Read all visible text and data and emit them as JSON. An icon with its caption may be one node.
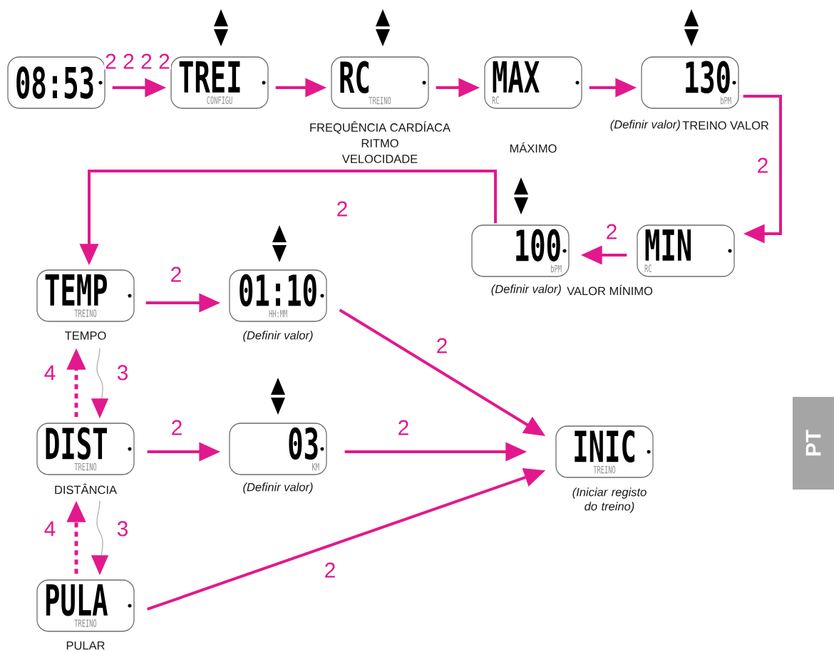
{
  "diagram": {
    "nodes": [
      {
        "text": [
          "08:53"
        ]
      },
      {
        "text": [
          "TREI",
          "CONFIGU"
        ]
      },
      {
        "text": [
          "RC",
          "TREINO"
        ],
        "beside": [
          "FREQUÊNCIA CARDÍACA",
          "RITMO",
          "VELOCIDADE"
        ]
      },
      {
        "text": [
          "MAX",
          "RC"
        ],
        "beside": [
          "MÁXIMO"
        ]
      },
      {
        "text": [
          "130",
          "bPM"
        ],
        "beside": [
          "(Definir valor)",
          "TREINO VALOR"
        ]
      },
      {
        "text": [
          "100",
          "bPM"
        ],
        "beside": [
          "(Definir valor)",
          "VALOR MÍNIMO"
        ]
      },
      {
        "text": [
          "MIN",
          "RC"
        ]
      },
      {
        "text": [
          "TEMP",
          "TREINO"
        ],
        "beside": [
          "TEMPO"
        ]
      },
      {
        "text": [
          "01:10",
          "HH:MM"
        ],
        "beside": [
          "(Definir valor)"
        ]
      },
      {
        "text": [
          "DIST",
          "TREINO"
        ],
        "beside": [
          "DISTÂNCIA"
        ]
      },
      {
        "text": [
          "03",
          "KM"
        ],
        "beside": [
          "(Definir valor)"
        ]
      },
      {
        "text": [
          "INIC",
          "TREINO"
        ],
        "beside": [
          "(Iniciar registo do treino)"
        ]
      },
      {
        "text": [
          "PT"
        ]
      },
      {
        "text": [
          "PULA",
          "TREINO"
        ],
        "beside": [
          "PULAR"
        ]
      }
    ],
    "edges": [
      {
        "from": 0,
        "to": 1,
        "arrow": "to",
        "label": "2 2 2 2"
      },
      {
        "from": 1,
        "to": 2,
        "arrow": "to"
      },
      {
        "from": 2,
        "to": 3,
        "arrow": "to"
      },
      {
        "from": 3,
        "to": 4,
        "arrow": "to"
      },
      {
        "from": 4,
        "to": 6,
        "arrow": "to",
        "label": "2"
      },
      {
        "from": 6,
        "to": 5,
        "arrow": "to",
        "label": "2"
      },
      {
        "from": 5,
        "to": 7,
        "arrow": "to",
        "label": "2"
      },
      {
        "from": 7,
        "to": 8,
        "arrow": "to",
        "label": "2"
      },
      {
        "from": 8,
        "to": 11,
        "arrow": "to",
        "label": "2"
      },
      {
        "from": 9,
        "to": 10,
        "arrow": "to",
        "label": "2"
      },
      {
        "from": 10,
        "to": 11,
        "arrow": "to",
        "label": "2"
      },
      {
        "from": 13,
        "to": 11,
        "arrow": "to",
        "label": "2"
      },
      {
        "from": 7,
        "to": 9,
        "arrow": "to",
        "label": "3",
        "color": "#b4b4b4"
      },
      {
        "from": 9,
        "to": 7,
        "arrow": "to",
        "label": "4",
        "style": "dashed"
      },
      {
        "from": 9,
        "to": 13,
        "arrow": "to",
        "label": "3",
        "color": "#b4b4b4"
      },
      {
        "from": 13,
        "to": 9,
        "arrow": "to",
        "label": "4",
        "style": "dashed"
      }
    ]
  }
}
